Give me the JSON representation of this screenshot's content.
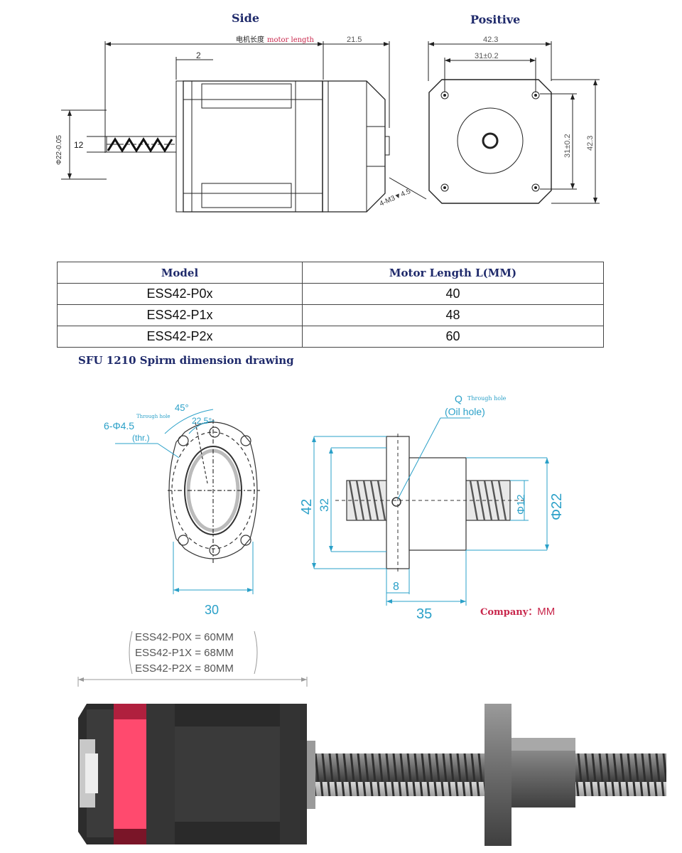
{
  "top_drawings": {
    "side_title": "Side",
    "positive_title": "Positive",
    "motor_length_cn": "电机长度",
    "motor_length_en": "motor length",
    "dim_21_5": "21.5",
    "dim_2": "2",
    "dim_12": "12",
    "dim_shaft_dia": "Φ22-0.05",
    "dim_42_3_top": "42.3",
    "dim_31_top": "31±0.2",
    "dim_31_side": "31±0.2",
    "dim_42_3_side": "42.3",
    "thread_note": "4-M3▼4.5"
  },
  "spec_table": {
    "headers": [
      "Model",
      "Motor Length L(MM)"
    ],
    "rows": [
      {
        "model": "ESS42-P0x",
        "length": "40"
      },
      {
        "model": "ESS42-P1x",
        "length": "48"
      },
      {
        "model": "ESS42-P2x",
        "length": "60"
      }
    ]
  },
  "nut_section": {
    "title": "SFU 1210   Spirm dimension drawing",
    "holes_label": "6-Φ4.5",
    "through_hole_small": "Through hole",
    "thr_label": "(thr.)",
    "angle_45": "45°",
    "angle_22_5": "22.5°",
    "dim_30": "30",
    "q_label": "Q",
    "q_through": "Through hole",
    "oil_hole": "(Oil hole)",
    "dim_42": "42",
    "dim_32": "32",
    "dim_phi12": "Φ12",
    "dim_phi22": "Φ22",
    "dim_8": "8",
    "dim_35": "35",
    "company_label": "Company：",
    "company_value": "MM"
  },
  "render_section": {
    "length_notes": [
      "ESS42-P0X = 60MM",
      "ESS42-P1X = 68MM",
      "ESS42-P2X = 80MM"
    ]
  },
  "colors": {
    "heading": "#1f2a6b",
    "dimension_teal": "#2aa0c8",
    "accent_red": "#c8264b",
    "motor_pink": "#ff4a6e"
  }
}
